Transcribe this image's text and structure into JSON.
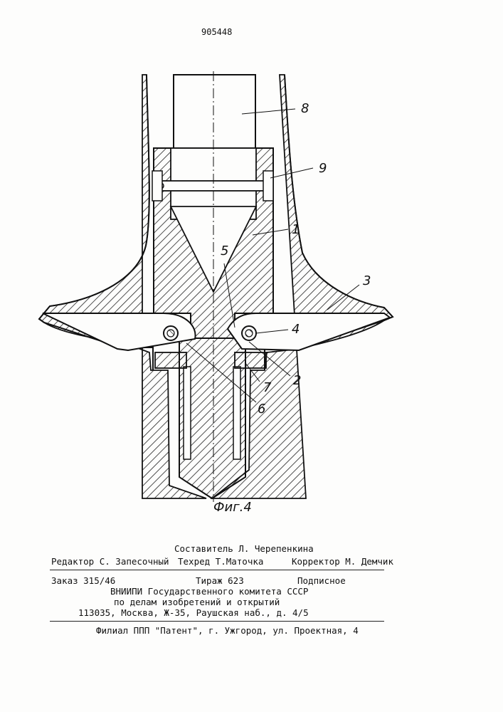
{
  "patent_number": "905448",
  "figure": {
    "caption": "Фиг.4",
    "callouts": [
      "1",
      "2",
      "3",
      "4",
      "5",
      "6",
      "7",
      "8",
      "9"
    ]
  },
  "footer": {
    "compiler": "Составитель Л. Черепенкина",
    "editor": "Редактор С. Запесочный",
    "techred": "Техред Т.Маточка",
    "corrector": "Корректор М. Демчик",
    "order": "Заказ 315/46",
    "circulation": "Тираж 623",
    "subscription": "Подписное",
    "org_line1": "ВНИИПИ Государственного комитета СССР",
    "org_line2": "по делам изобретений и открытий",
    "org_address": "113035, Москва, Ж-35, Раушская наб., д. 4/5",
    "branch": "Филиал ППП \"Патент\", г. Ужгород, ул. Проектная, 4"
  }
}
